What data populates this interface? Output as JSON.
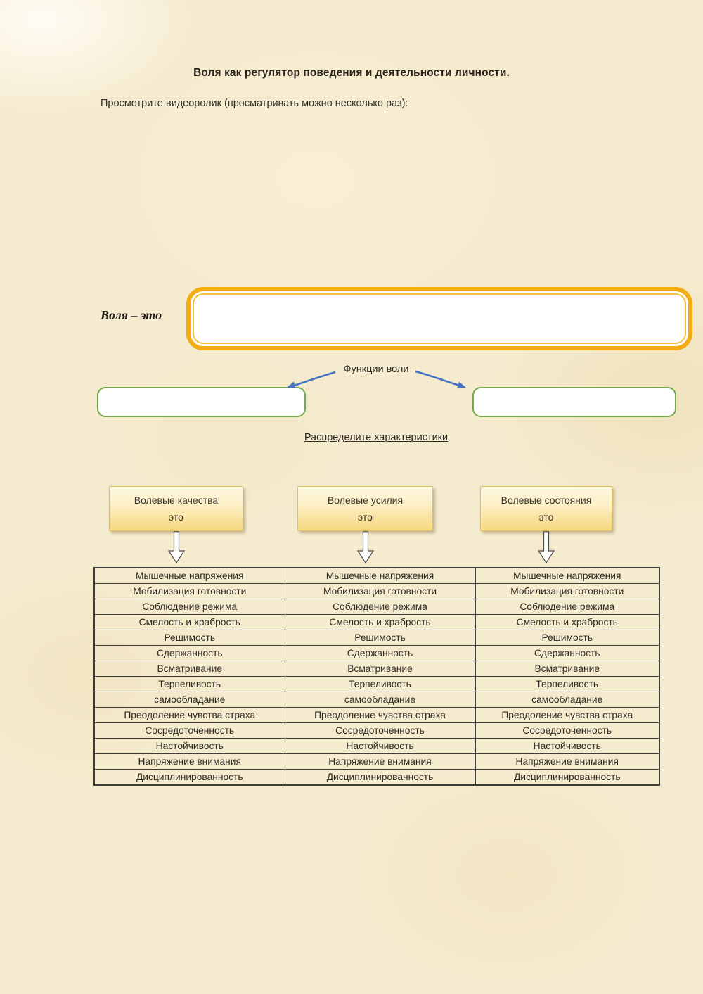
{
  "page": {
    "title": "Воля как регулятор поведения и деятельности личности.",
    "instruction": "Просмотрите видеоролик (просматривать можно несколько раз):",
    "volya_label": "Воля – это",
    "functions_label": "Функции воли",
    "distribute_heading": "Распределите характеристики"
  },
  "columns": [
    {
      "id": "qualities",
      "line1": "Волевые качества",
      "line2": "это"
    },
    {
      "id": "efforts",
      "line1": "Волевые усилия",
      "line2": "это"
    },
    {
      "id": "states",
      "line1": "Волевые состояния",
      "line2": "это"
    }
  ],
  "table": {
    "items": [
      "Мышечные напряжения",
      "Мобилизация готовности",
      "Соблюдение режима",
      "Смелость и храбрость",
      "Решимость",
      "Сдержанность",
      "Всматривание",
      "Терпеливость",
      "самообладание",
      "Преодоление чувства страха",
      "Сосредоточенность",
      "Настойчивость",
      "Напряжение внимания",
      "Дисциплинированность"
    ]
  },
  "icons": {
    "function_arrows": "blue-diagonal-arrow-icons",
    "column_pointers": "outline-down-arrow-icon"
  },
  "colors": {
    "background": "#F5EBCE",
    "gold_border": "#F3AC14",
    "yellow_box_top": "#FDF7E0",
    "yellow_box_bottom": "#F6D87E",
    "green_border": "#74A74A",
    "blue_arrow": "#4472C4",
    "text": "#332E26",
    "table_border": "#3C3C3C"
  }
}
